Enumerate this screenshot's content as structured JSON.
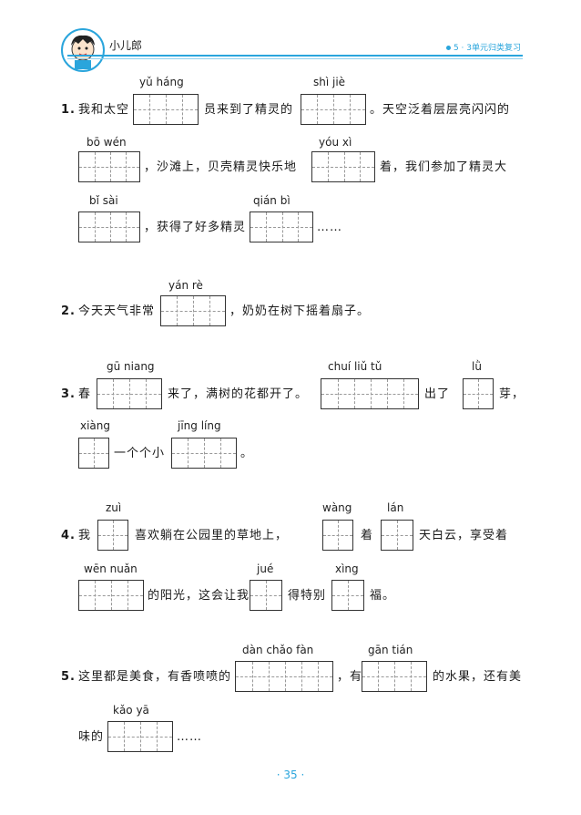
{
  "header": {
    "brand": "小儿郎",
    "section": "5 · 3单元归类复习"
  },
  "q1": {
    "num": "1.",
    "line1_a": "我和太空",
    "line1_b": "员来到了精灵的",
    "line1_c": "。天空泛着层层亮闪闪的",
    "py1": "yǔ  háng",
    "py2": "shì   jiè",
    "py3": "bō   wén",
    "py4": "yóu   xì",
    "line2_a": "，沙滩上，贝壳精灵快乐地",
    "line2_b": "着，我们参加了精灵大",
    "py5": "bǐ   sài",
    "py6": "qián   bì",
    "line3_a": "，获得了好多精灵",
    "line3_b": "……"
  },
  "q2": {
    "num": "2.",
    "py1": "yán   rè",
    "a": "今天天气非常",
    "b": "，奶奶在树下摇着扇子。"
  },
  "q3": {
    "num": "3.",
    "py1": "gū   niang",
    "py2": "chuí   liǔ   tǔ",
    "py3": "lǜ",
    "a": "春",
    "b": "来了，满树的花都开了。",
    "c": "出了",
    "d": "芽，",
    "py4": "xiàng",
    "py5": "jīng  líng",
    "e": "一个个小",
    "f": "。"
  },
  "q4": {
    "num": "4.",
    "py1": "zuì",
    "py2": "wàng",
    "py3": "lán",
    "a": "我",
    "b": "喜欢躺在公园里的草地上，",
    "c": "着",
    "d": "天白云，享受着",
    "py4": "wēn  nuǎn",
    "py5": "jué",
    "py6": "xìng",
    "e": "的阳光，这会让我",
    "f": "得特别",
    "g": "福。"
  },
  "q5": {
    "num": "5.",
    "py1": "dàn  chǎo  fàn",
    "py2": "gān   tián",
    "a": "这里都是美食，有香喷喷的",
    "b": "，有",
    "c": "的水果，还有美",
    "py3": "kǎo   yā",
    "d": "味的",
    "e": "……"
  },
  "footer": {
    "page": "· 35 ·"
  }
}
